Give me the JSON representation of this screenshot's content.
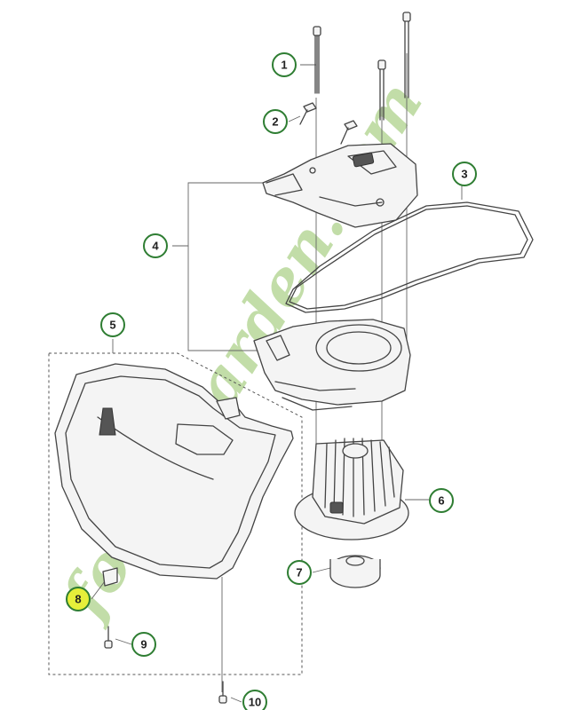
{
  "diagram": {
    "watermark_text": "forestgarden.com",
    "watermark_colors": {
      "green": "#b8d89a",
      "orange": "#f2b26b",
      "brown": "#c9b9a6"
    },
    "callout_ring_color": "#2e7d32",
    "callout_highlight_color": "#e6ef3a",
    "callouts": [
      {
        "label": "1",
        "highlighted": false
      },
      {
        "label": "2",
        "highlighted": false
      },
      {
        "label": "3",
        "highlighted": false
      },
      {
        "label": "4",
        "highlighted": false
      },
      {
        "label": "5",
        "highlighted": false
      },
      {
        "label": "6",
        "highlighted": false
      },
      {
        "label": "7",
        "highlighted": false
      },
      {
        "label": "8",
        "highlighted": true
      },
      {
        "label": "9",
        "highlighted": false
      },
      {
        "label": "10",
        "highlighted": false
      }
    ]
  }
}
